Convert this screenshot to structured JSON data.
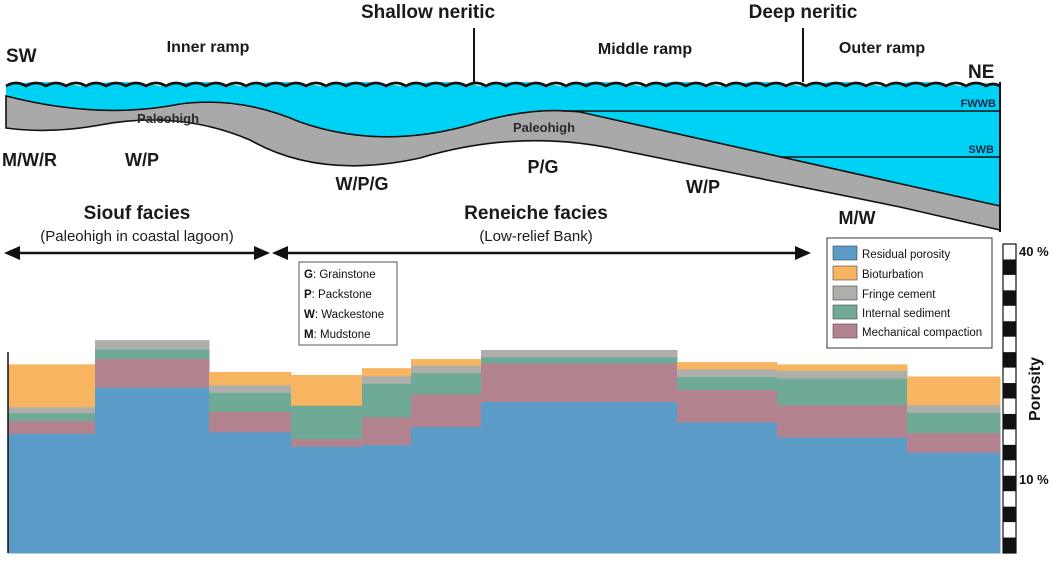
{
  "header": {
    "sw": "SW",
    "ne": "NE",
    "shallow_neritic": "Shallow neritic",
    "deep_neritic": "Deep neritic",
    "inner_ramp": "Inner ramp",
    "middle_ramp": "Middle ramp",
    "outer_ramp": "Outer ramp",
    "fwwb": "FWWB",
    "swb": "SWB"
  },
  "profile": {
    "paleohigh_left": "Paleohigh",
    "paleohigh_right": "Paleohigh",
    "lithologies": [
      "M/W/R",
      "W/P",
      "W/P/G",
      "P/G",
      "W/P",
      "M/W"
    ]
  },
  "facies": {
    "siouf": {
      "name": "Siouf facies",
      "note": "(Paleohigh in coastal lagoon)"
    },
    "reneiche": {
      "name": "Reneiche facies",
      "note": "(Low-relief Bank)"
    }
  },
  "abbreviations": [
    {
      "code": "G",
      "text": ": Grainstone"
    },
    {
      "code": "P",
      "text": ": Packstone"
    },
    {
      "code": "W",
      "text": ": Wackestone"
    },
    {
      "code": "M",
      "text": ": Mudstone"
    }
  ],
  "legend": [
    {
      "label": "Residual porosity",
      "color": "#5b9bc8"
    },
    {
      "label": "Bioturbation",
      "color": "#f7b461"
    },
    {
      "label": "Fringe cement",
      "color": "#aeaeaa"
    },
    {
      "label": "Internal sediment",
      "color": "#6eaa96"
    },
    {
      "label": "Mechanical compaction",
      "color": "#b38390"
    }
  ],
  "scale": {
    "top_label": "40 %",
    "bottom_label": "10 %",
    "axis_label": "Porosity"
  },
  "chart_data": {
    "type": "area",
    "ylabel": "Porosity",
    "ylim": [
      0,
      42
    ],
    "series_order": [
      "Residual porosity",
      "Mechanical compaction",
      "Internal sediment",
      "Fringe cement",
      "Bioturbation"
    ],
    "samples": [
      [
        15.8,
        1.7,
        1.0,
        0.8,
        5.6
      ],
      [
        21.9,
        3.8,
        1.2,
        1.2,
        0
      ],
      [
        16.0,
        2.7,
        2.5,
        1.0,
        1.7
      ],
      [
        14.1,
        1.0,
        4.4,
        0,
        4.0
      ],
      [
        14.3,
        3.7,
        4.4,
        1.0,
        1.0
      ],
      [
        16.7,
        4.3,
        2.8,
        1.0,
        0.8
      ],
      [
        20.0,
        5.1,
        0.8,
        0.9,
        0
      ],
      [
        17.3,
        4.3,
        1.7,
        1.0,
        0.9
      ],
      [
        15.3,
        4.3,
        3.5,
        1.0,
        0.8
      ],
      [
        13.3,
        2.6,
        2.7,
        1.0,
        3.7
      ]
    ]
  }
}
